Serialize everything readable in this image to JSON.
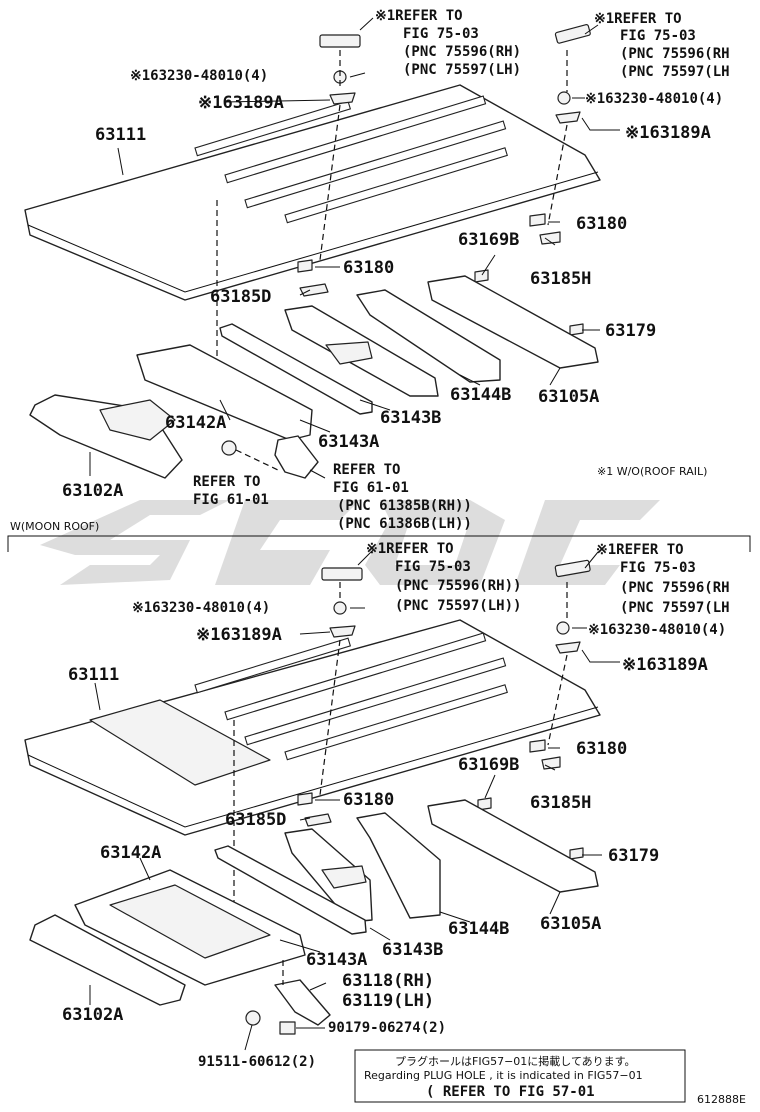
{
  "diagram_id": "612888E",
  "legend_note": "※1 W/O(ROOF RAIL)",
  "section_label": "W(MOON ROOF)",
  "top": {
    "ref1": [
      "※1REFER TO",
      "FIG 75-03",
      "(PNC 75596(RH)",
      "(PNC 75597(LH)"
    ],
    "ref2": [
      "※1REFER TO",
      "FIG 75-03",
      "(PNC 75596(RH",
      "(PNC 75597(LH"
    ],
    "clip_left": "※163230-48010(4)",
    "clip_right": "※163230-48010(4)",
    "bracket_left": "※163189A",
    "bracket_right": "※163189A",
    "roof": "63111",
    "p63180a": "63180",
    "p63169b": "63169B",
    "p63180b": "63180",
    "p63185h": "63185H",
    "p63185d": "63185D",
    "p63179": "63179",
    "p63144b": "63144B",
    "p63105a": "63105A",
    "p63143b": "63143B",
    "p63143a": "63143A",
    "p63142a": "63142A",
    "p63102a": "63102A",
    "ref_fig61": [
      "REFER TO",
      "FIG 61-01"
    ],
    "ref_fig61b": [
      "REFER TO",
      "FIG 61-01",
      "(PNC 61385B(RH))",
      "(PNC 61386B(LH))"
    ]
  },
  "bottom": {
    "ref1": [
      "※1REFER TO",
      "FIG 75-03",
      "(PNC 75596(RH))",
      "(PNC 75597(LH))"
    ],
    "ref2": [
      "※1REFER TO",
      "FIG 75-03",
      "(PNC 75596(RH",
      "(PNC 75597(LH"
    ],
    "clip_left": "※163230-48010(4)",
    "clip_right": "※163230-48010(4)",
    "bracket_left": "※163189A",
    "bracket_right": "※163189A",
    "roof": "63111",
    "p63180a": "63180",
    "p63169b": "63169B",
    "p63180b": "63180",
    "p63185h": "63185H",
    "p63185d": "63185D",
    "p63179": "63179",
    "p63144b": "63144B",
    "p63105a": "63105A",
    "p63143b": "63143B",
    "p63143a": "63143A",
    "p63142a": "63142A",
    "p63102a": "63102A",
    "p63118": "63118(RH)",
    "p63119": "63119(LH)",
    "p90179": "90179-06274(2)",
    "p91511": "91511-60612(2)"
  },
  "note_box": [
    "プラグホールはFIG57−01に掲載してあります。",
    "Regarding PLUG HOLE , it is indicated in FIG57−01",
    "( REFER TO FIG 57-01"
  ]
}
